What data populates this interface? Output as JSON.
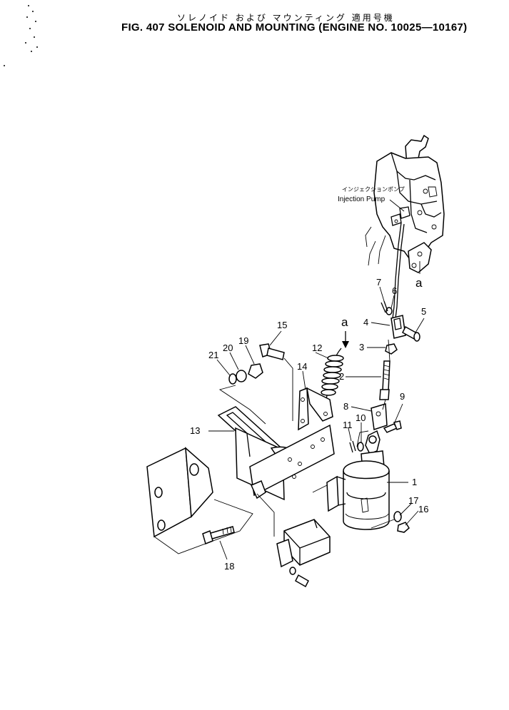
{
  "header": {
    "japanese_title": "ソレノイド および マウンティング 適用号機",
    "title": "FIG. 407 SOLENOID AND MOUNTING (ENGINE NO. 10025—10167)"
  },
  "pump": {
    "label_jp": "インジェクションポンプ",
    "label_en": "Injection Pump"
  },
  "marks": {
    "a_upper": "a",
    "a_lower": "a"
  },
  "callouts": {
    "p1": "1",
    "p2": "2",
    "p3": "3",
    "p4": "4",
    "p5": "5",
    "p6": "6",
    "p7": "7",
    "p8": "8",
    "p9": "9",
    "p10": "10",
    "p11": "11",
    "p12": "12",
    "p13": "13",
    "p14": "14",
    "p15": "15",
    "p16": "16",
    "p17": "17",
    "p18": "18",
    "p19": "19",
    "p20": "20",
    "p21": "21"
  }
}
